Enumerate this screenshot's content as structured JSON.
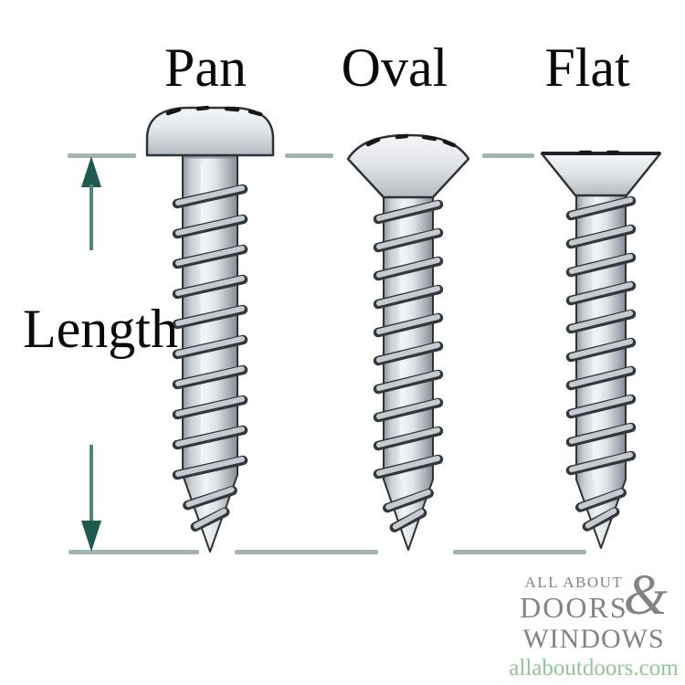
{
  "diagram": {
    "screw_types": [
      {
        "label": "Pan"
      },
      {
        "label": "Oval"
      },
      {
        "label": "Flat"
      }
    ],
    "dimension_label": "Length"
  },
  "logo": {
    "top": "ALL ABOUT",
    "ampersand": "&",
    "middle": "DOORS",
    "bottom": "WINDOWS",
    "url": "allaboutdoors.com"
  },
  "colors": {
    "dimension_dash": "#9fb5b1",
    "arrow_stem": "#4c867c",
    "arrow_head": "#1d5b50",
    "label_text": "#0a0a0a",
    "logo_gray": "#838383",
    "logo_green": "#8fc794",
    "screw_outline": "#2e3338",
    "screw_metal_light": "#f2f4f6",
    "screw_metal_dark": "#848b93"
  }
}
